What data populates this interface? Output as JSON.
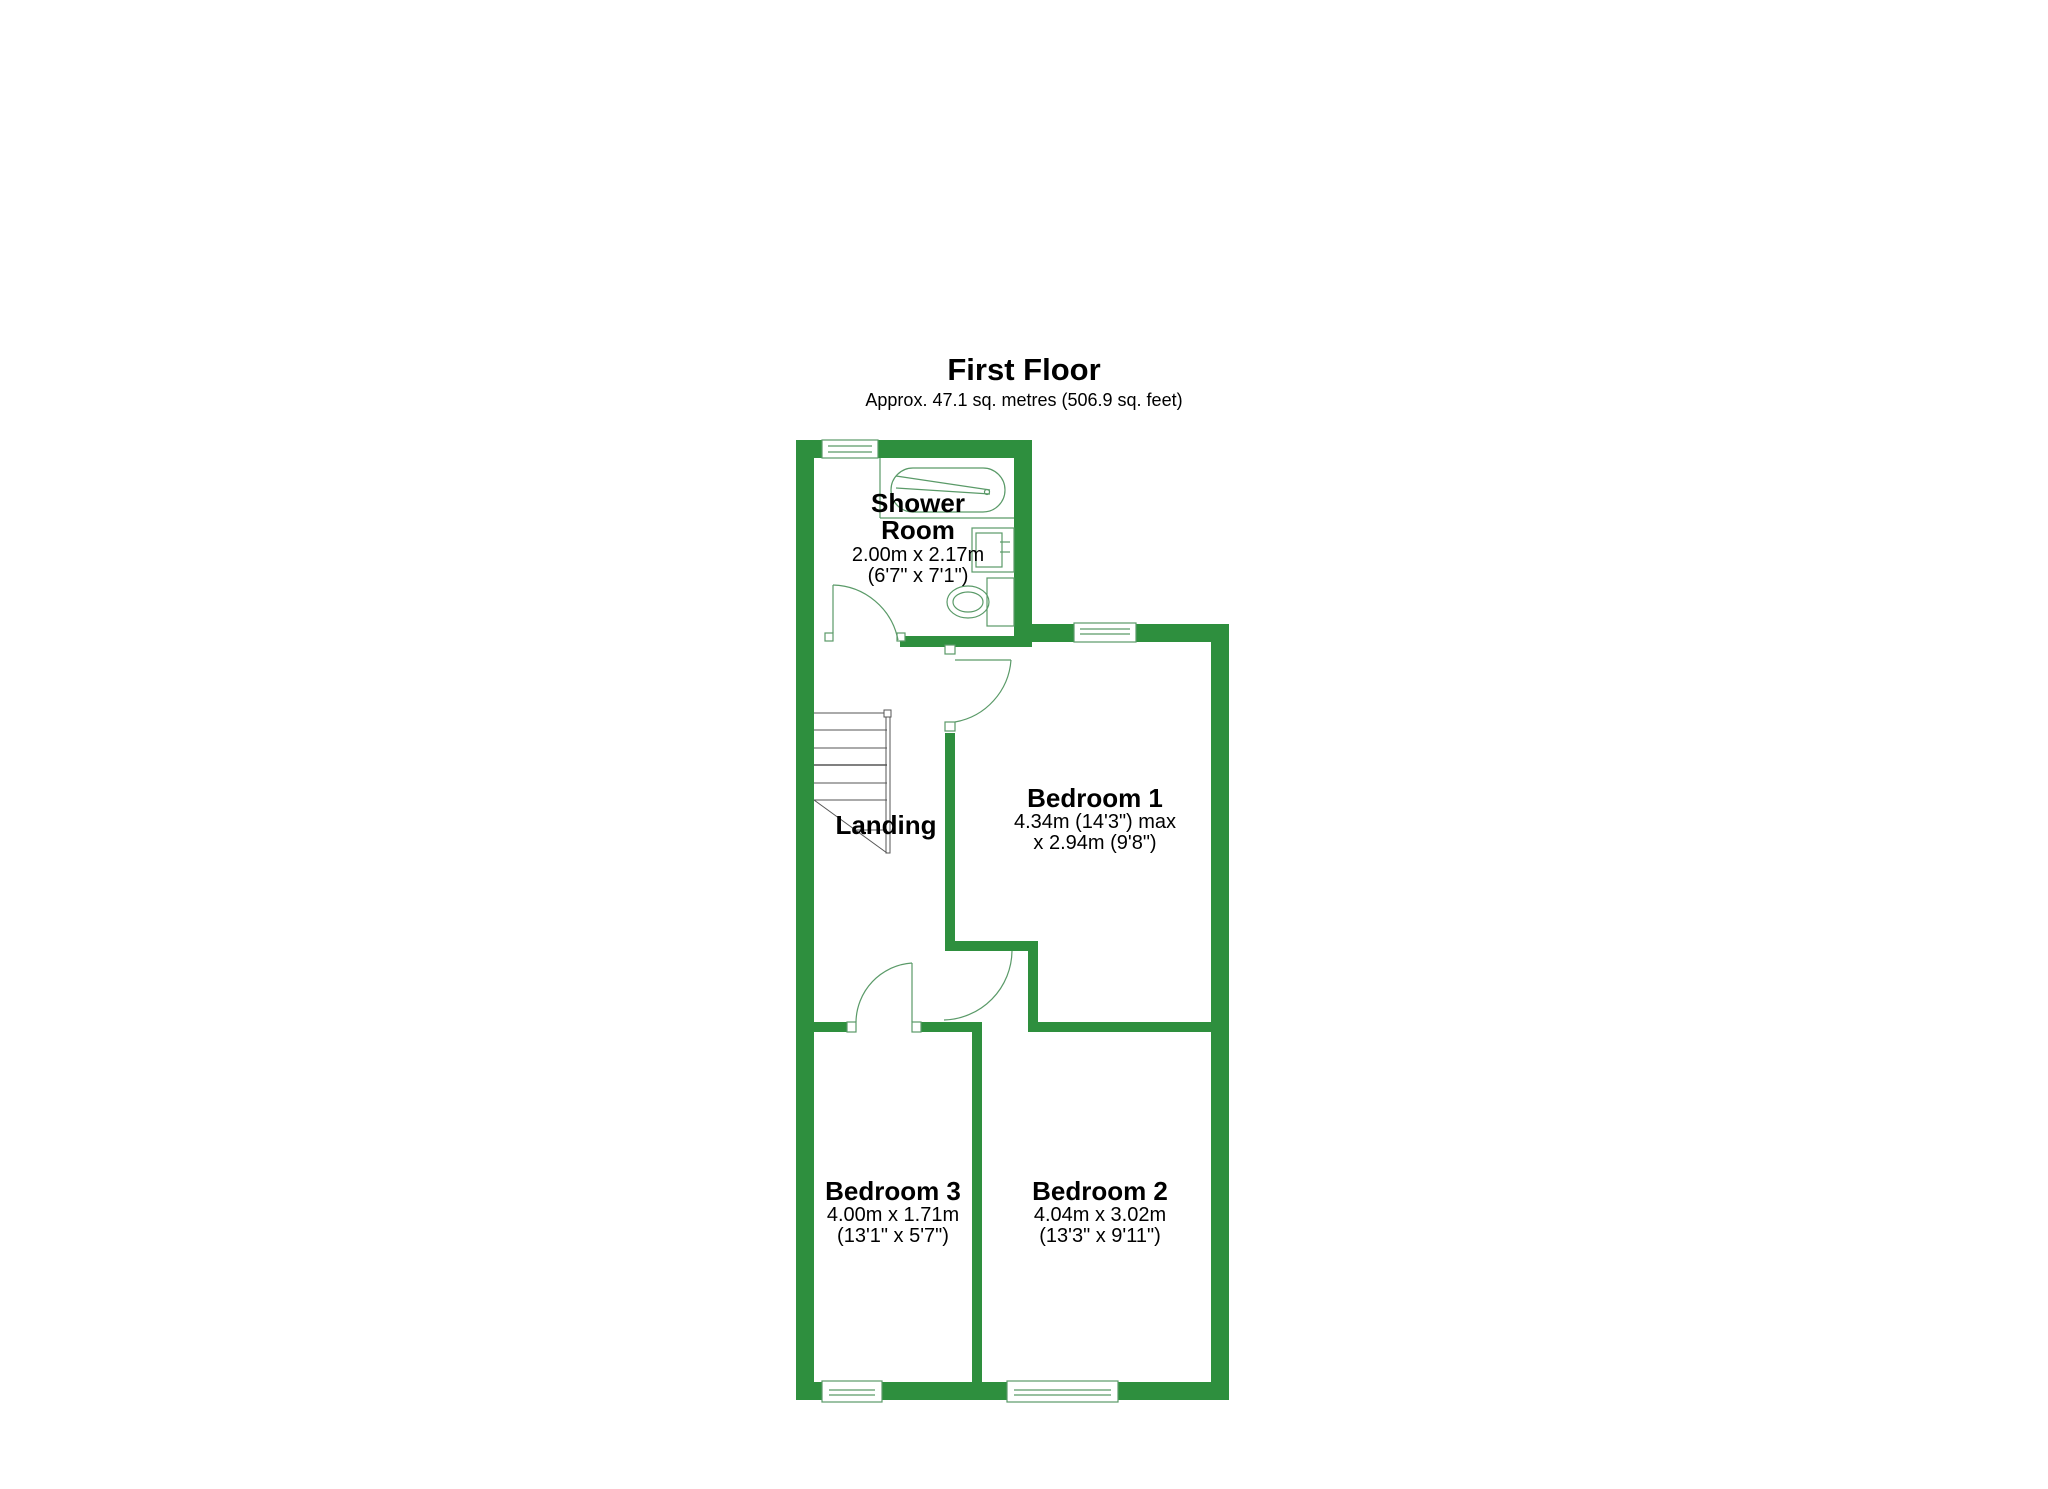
{
  "floor": {
    "title": "First Floor",
    "area": "Approx. 47.1 sq. metres (506.9 sq. feet)"
  },
  "colors": {
    "wall": "#2e8f3e",
    "fixture_line": "#5a9a68",
    "background": "#ffffff"
  },
  "rooms": [
    {
      "id": "shower-room",
      "name_line1": "Shower",
      "name_line2": "Room",
      "dim1": "2.00m x 2.17m",
      "dim2": "(6'7\" x 7'1\")"
    },
    {
      "id": "landing",
      "name": "Landing"
    },
    {
      "id": "bedroom-1",
      "name": "Bedroom 1",
      "dim1": "4.34m (14'3\") max",
      "dim2": "x 2.94m (9'8\")"
    },
    {
      "id": "bedroom-3",
      "name": "Bedroom 3",
      "dim1": "4.00m x 1.71m",
      "dim2": "(13'1\" x 5'7\")"
    },
    {
      "id": "bedroom-2",
      "name": "Bedroom 2",
      "dim1": "4.04m x 3.02m",
      "dim2": "(13'3\" x 9'11\")"
    }
  ]
}
